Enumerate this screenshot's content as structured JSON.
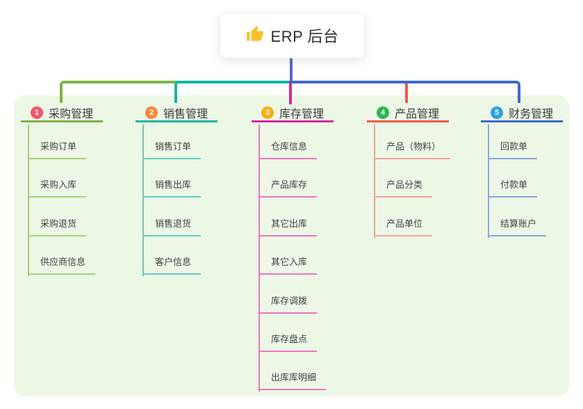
{
  "root": {
    "title": "ERP 后台",
    "icon": "thumbs-up-icon",
    "icon_color": "#fbc02d",
    "connector_color": "#5b68c8"
  },
  "panel": {
    "background": "#ecf7e6"
  },
  "branches": [
    {
      "index": "1",
      "label": "采购管理",
      "color": "#7cb342",
      "light_color": "#a3d077",
      "badge_color": "#f4566e",
      "children": [
        "采购订单",
        "采购入库",
        "采购退货",
        "供应商信息"
      ]
    },
    {
      "index": "2",
      "label": "销售管理",
      "color": "#13b5a4",
      "light_color": "#62ccbf",
      "badge_color": "#f6883b",
      "children": [
        "销售订单",
        "销售出库",
        "销售退货",
        "客户信息"
      ]
    },
    {
      "index": "3",
      "label": "库存管理",
      "color": "#d4289c",
      "light_color": "#ec74c1",
      "badge_color": "#f9ae12",
      "children": [
        "仓库信息",
        "产品库存",
        "其它出库",
        "其它入库",
        "库存调拨",
        "库存盘点",
        "出库库明细"
      ]
    },
    {
      "index": "4",
      "label": "产品管理",
      "color": "#f25749",
      "light_color": "#f6a09a",
      "badge_color": "#2eb553",
      "children": [
        "产品（物料）",
        "产品分类",
        "产品单位"
      ]
    },
    {
      "index": "5",
      "label": "财务管理",
      "color": "#3e68d0",
      "light_color": "#8ba4dd",
      "badge_color": "#2aa2e8",
      "children": [
        "回款单",
        "付款单",
        "结算账户"
      ]
    }
  ]
}
